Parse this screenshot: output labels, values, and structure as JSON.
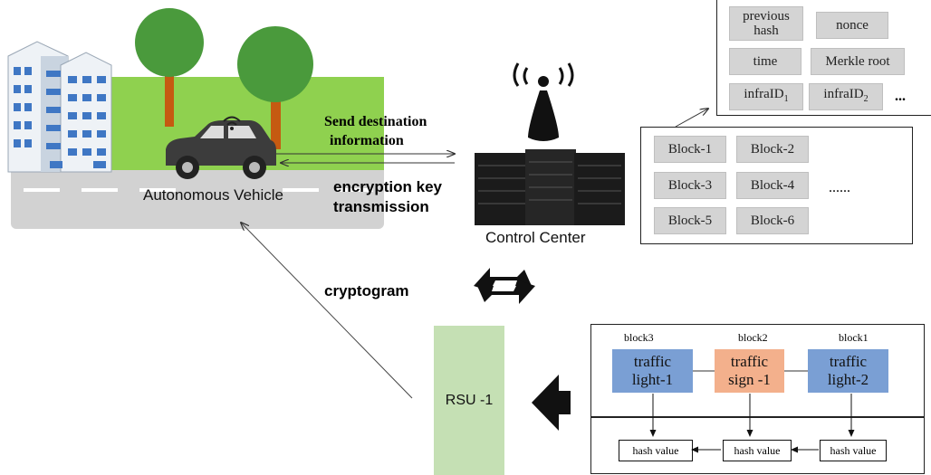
{
  "scene": {
    "vehicle_label": "Autonomous Vehicle",
    "send_label_line1": "Send destination",
    "send_label_line2": "information",
    "enc_label_line1": "encryption key",
    "enc_label_line2": "transmission",
    "cryptogram_label": "cryptogram",
    "control_center_label": "Control Center",
    "rsu_label": "RSU -1"
  },
  "header_fields": {
    "previous_hash": "previous hash",
    "nonce": "nonce",
    "time": "time",
    "merkle_root": "Merkle root",
    "infra1_main": "infraID",
    "infra1_sub": "1",
    "infra2_main": "infraID",
    "infra2_sub": "2",
    "more": "..."
  },
  "blocks": {
    "items": [
      "Block-1",
      "Block-2",
      "Block-3",
      "Block-4",
      "Block-5",
      "Block-6"
    ],
    "more": "......"
  },
  "chain": {
    "labels": [
      "block3",
      "block2",
      "block1"
    ],
    "nodes": [
      {
        "text": "traffic light-1",
        "color": "#7a9fd4"
      },
      {
        "text": "traffic sign -1",
        "color": "#f3b08c"
      },
      {
        "text": "traffic light-2",
        "color": "#7a9fd4"
      }
    ],
    "hash_label": "hash value"
  },
  "colors": {
    "grass": "#8fd14f",
    "road": "#d2d2d2",
    "rsu": "#c5e0b4",
    "tree": "#4a9a3c",
    "trunk": "#c55a11"
  }
}
